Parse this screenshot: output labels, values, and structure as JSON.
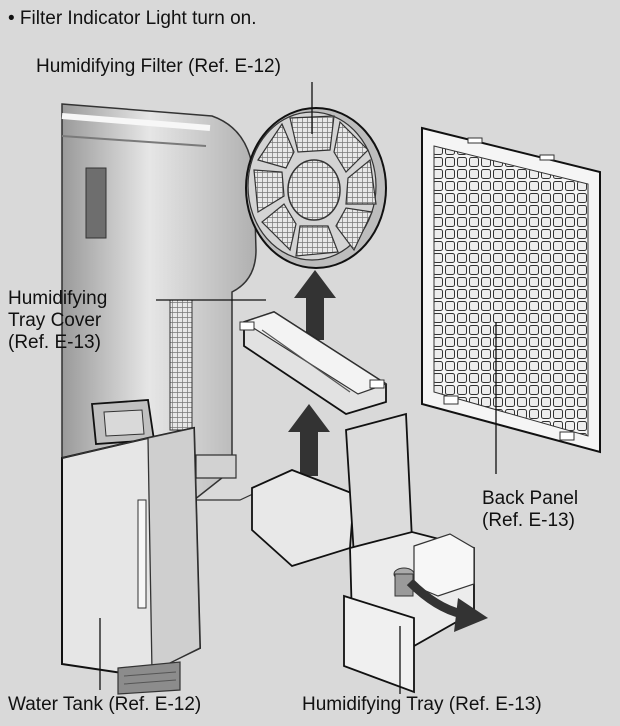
{
  "note": "• Filter Indicator Light turn on.",
  "labels": {
    "humidifying_filter": "Humidifying Filter (Ref. E-12)",
    "tray_cover_line1": "Humidifying",
    "tray_cover_line2": "Tray Cover",
    "tray_cover_line3": "(Ref. E-13)",
    "back_panel_line1": "Back Panel",
    "back_panel_line2": "(Ref. E-13)",
    "water_tank": "Water Tank (Ref. E-12)",
    "humidifying_tray": "Humidifying Tray (Ref. E-13)"
  },
  "colors": {
    "background": "#d9d9d9",
    "line": "#111111",
    "part_light": "#f2f2f2",
    "part_mid": "#c8c8c8",
    "part_dark": "#8c8c8c",
    "arrow": "#333333"
  }
}
